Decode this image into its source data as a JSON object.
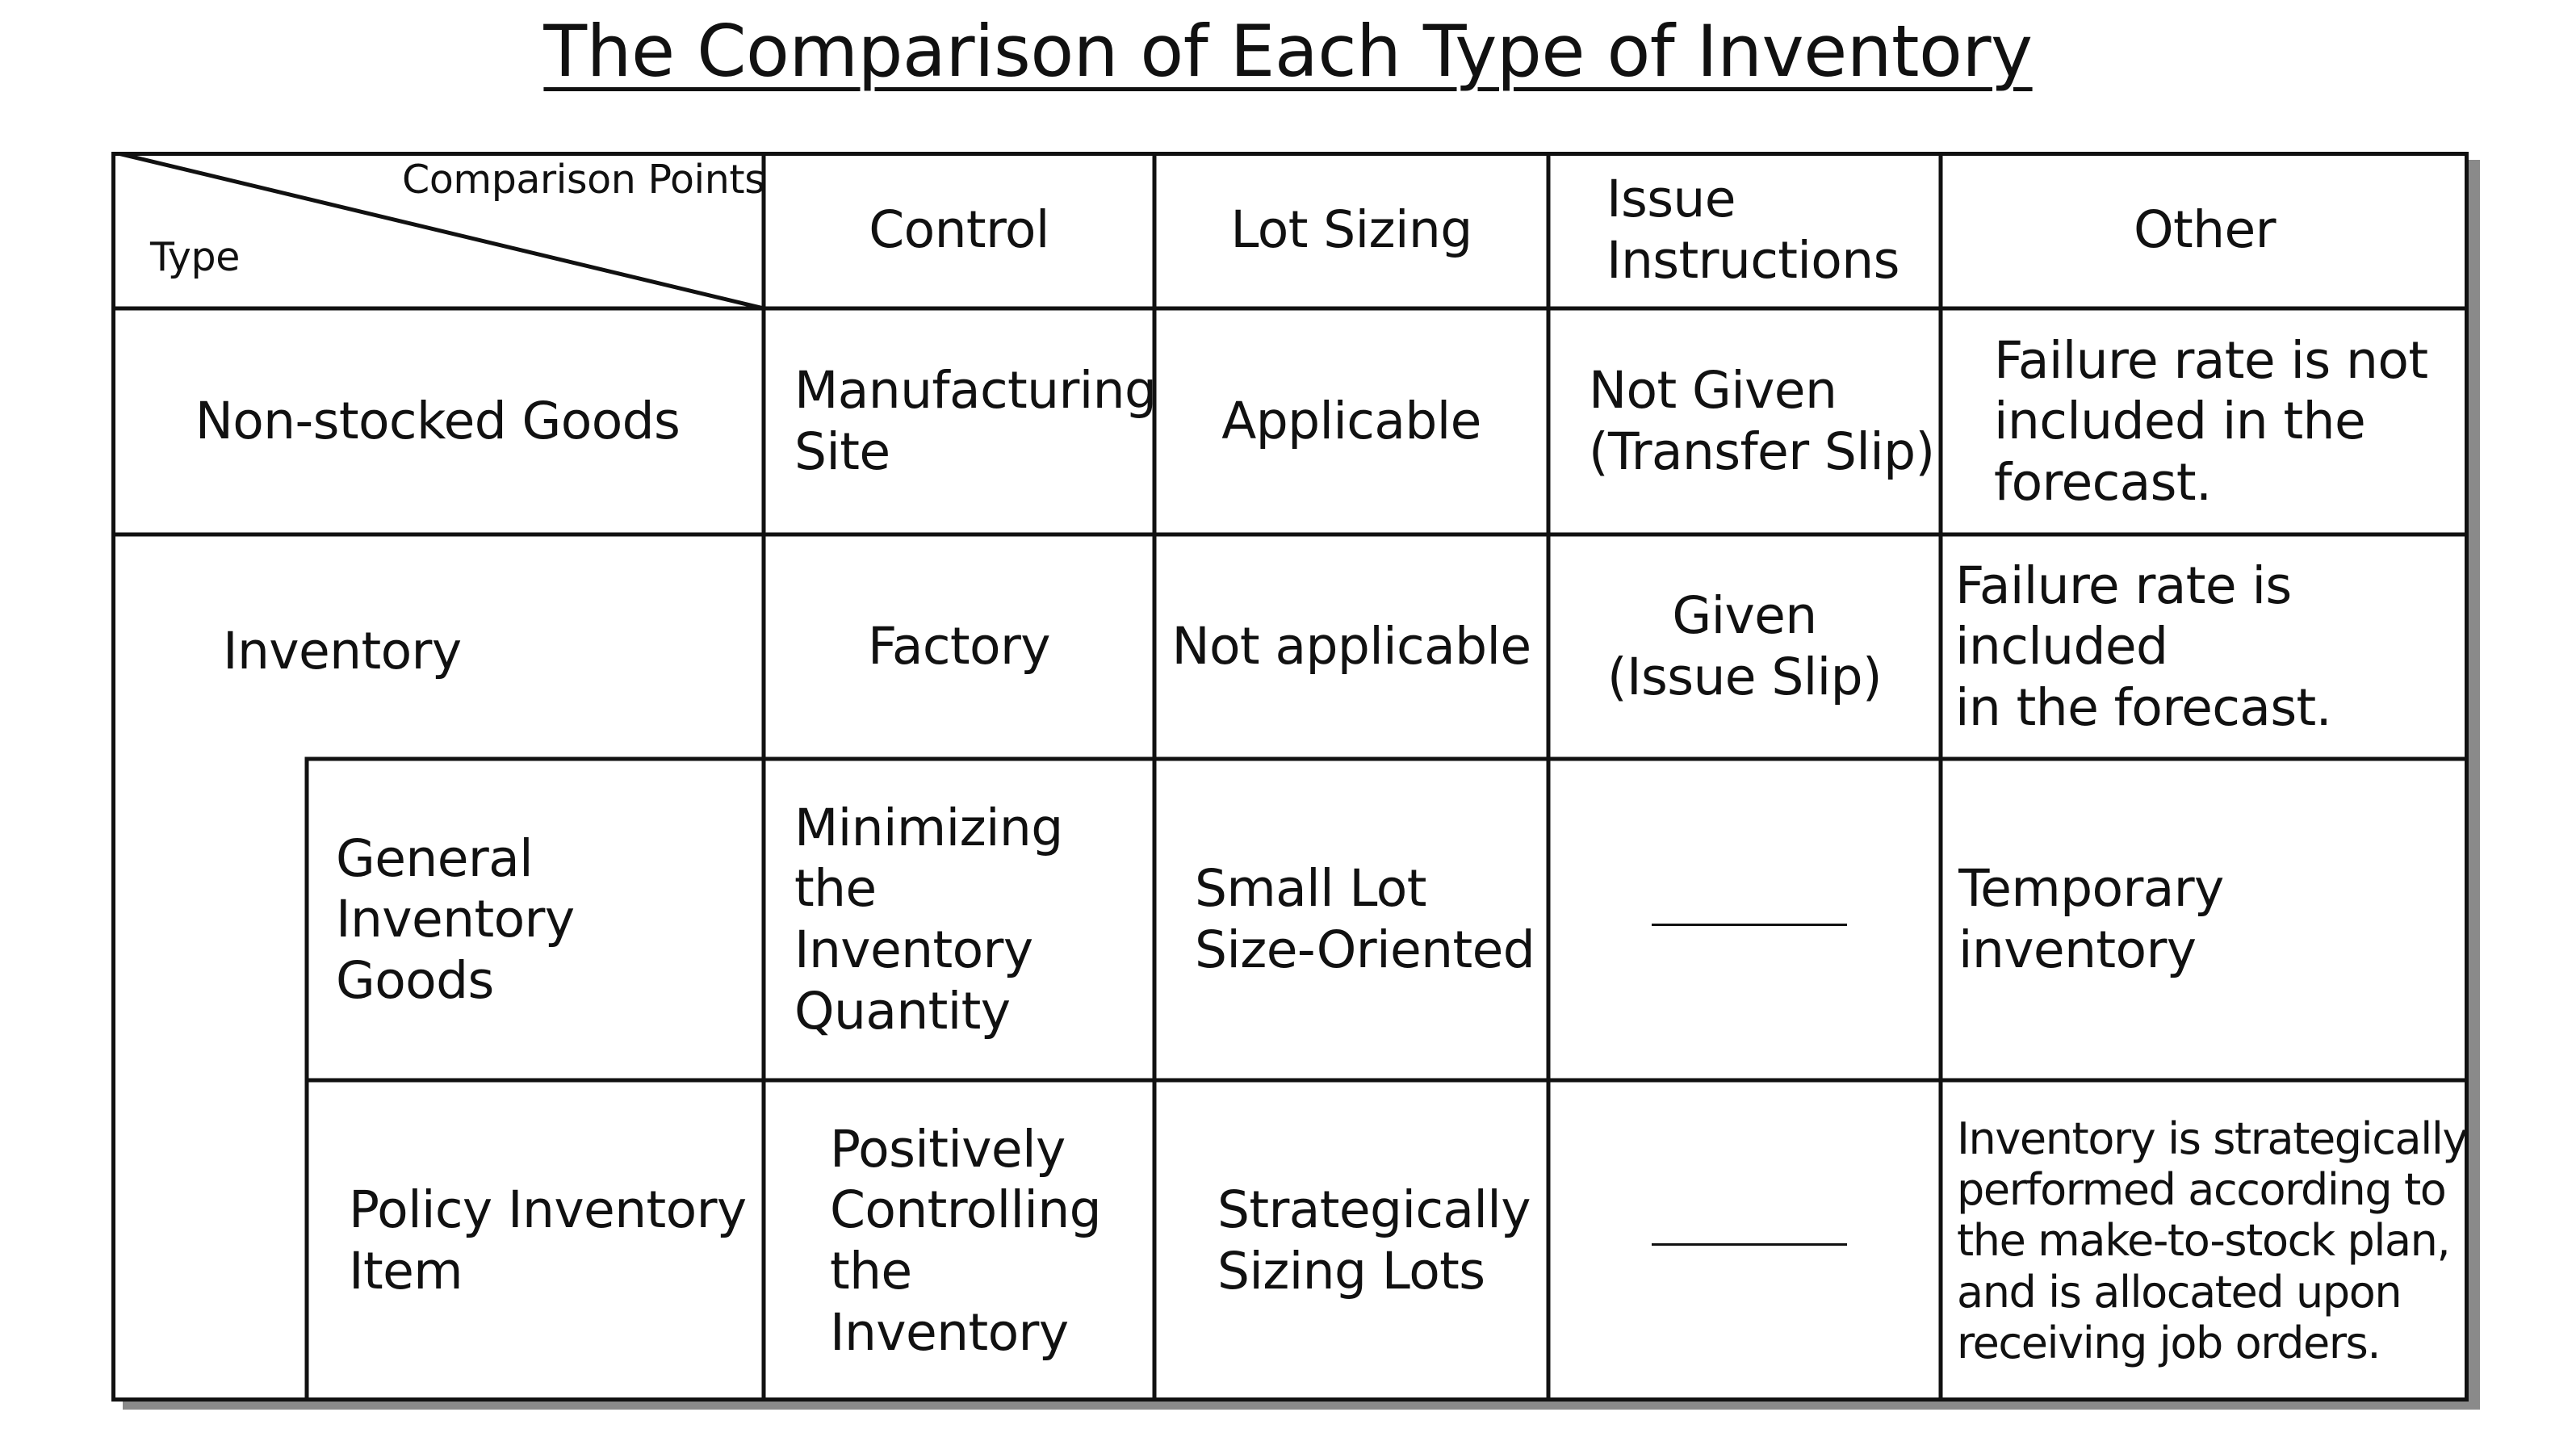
{
  "title": "The Comparison of Each Type of Inventory",
  "table": {
    "corner": {
      "column_label": "Comparison Points",
      "row_label": "Type"
    },
    "columns": {
      "control": "Control",
      "lot_sizing": "Lot Sizing",
      "issue_instructions": "Issue\nInstructions",
      "other": "Other"
    },
    "rows": [
      {
        "type": "Non-stocked Goods",
        "control": "Manufacturing\nSite",
        "lot_sizing": "Applicable",
        "issue_instructions": "Not Given\n(Transfer Slip)",
        "other": "Failure rate is not\nincluded in the\nforecast."
      },
      {
        "type": "Inventory",
        "control": "Factory",
        "lot_sizing": "Not applicable",
        "issue_instructions": "Given\n(Issue Slip)",
        "other": "Failure rate is included\nin the forecast."
      },
      {
        "type": "General Inventory\nGoods",
        "control": "Minimizing the\nInventory\nQuantity",
        "lot_sizing": "Small Lot\nSize-Oriented",
        "issue_instructions": "———",
        "other": "Temporary inventory"
      },
      {
        "type": "Policy Inventory\nItem",
        "control": "Positively\nControlling\nthe Inventory",
        "lot_sizing": "Strategically\nSizing Lots",
        "issue_instructions": "———",
        "other": "Inventory is strategically\nperformed according to\nthe make-to-stock plan,\nand is allocated upon\nreceiving job orders."
      }
    ]
  }
}
